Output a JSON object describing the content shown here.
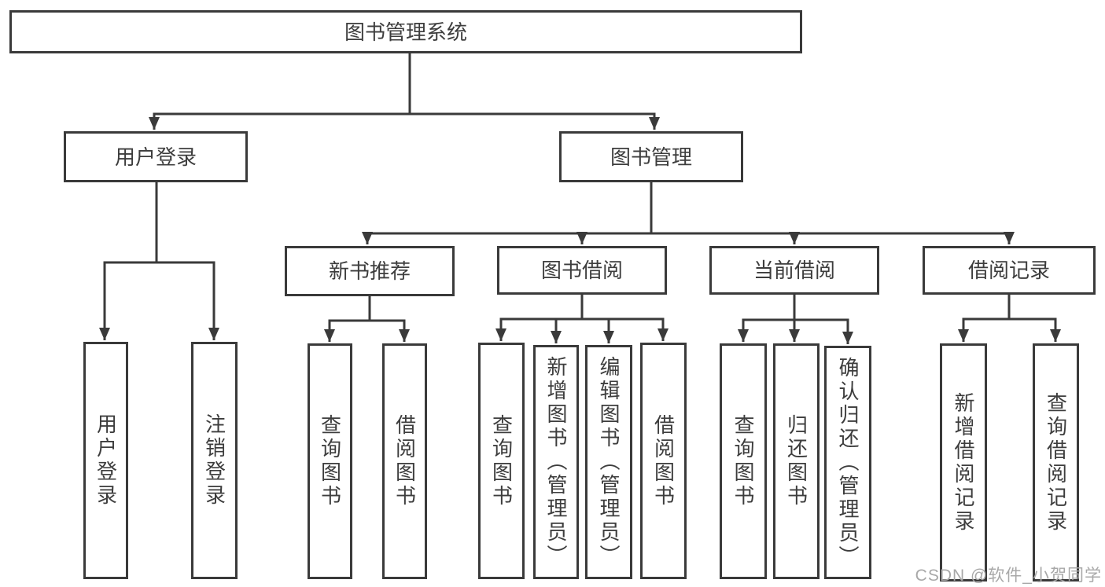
{
  "watermark": "CSDN @软件_小贺同学",
  "colors": {
    "line": "#3a3a3a",
    "text": "#3d3d3d",
    "watermark": "#a8a8a8",
    "background": "#ffffff"
  },
  "tree": {
    "label": "图书管理系统",
    "children": [
      {
        "label": "用户登录",
        "children": [
          {
            "label": "用户登录"
          },
          {
            "label": "注销登录"
          }
        ]
      },
      {
        "label": "图书管理",
        "children": [
          {
            "label": "新书推荐",
            "children": [
              {
                "label": "查询图书"
              },
              {
                "label": "借阅图书"
              }
            ]
          },
          {
            "label": "图书借阅",
            "children": [
              {
                "label": "查询图书"
              },
              {
                "label": "新增图书（管理员）"
              },
              {
                "label": "编辑图书（管理员）"
              },
              {
                "label": "借阅图书"
              }
            ]
          },
          {
            "label": "当前借阅",
            "children": [
              {
                "label": "查询图书"
              },
              {
                "label": "归还图书"
              },
              {
                "label": "确认归还（管理员）"
              }
            ]
          },
          {
            "label": "借阅记录",
            "children": [
              {
                "label": "新增借阅记录"
              },
              {
                "label": "查询借阅记录"
              }
            ]
          }
        ]
      }
    ]
  }
}
